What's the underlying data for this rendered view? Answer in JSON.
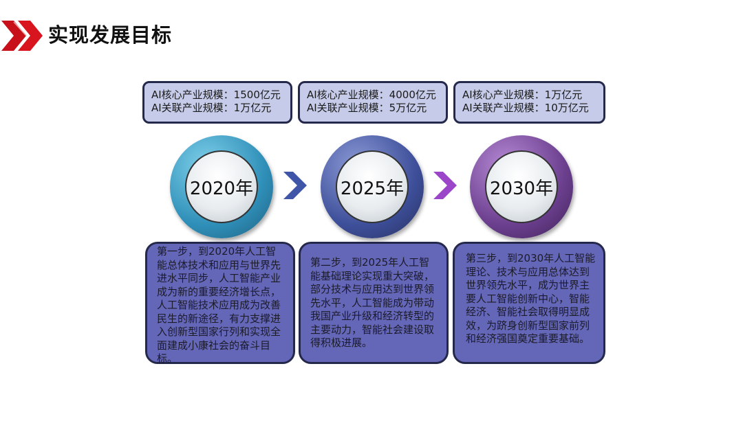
{
  "header": {
    "title": "实现发展目标",
    "logo_icon": "double-chevron-right-icon",
    "logo_color": "#d0121b"
  },
  "stages": [
    {
      "year": "2020年",
      "core": "AI核心产业规模：1500亿元",
      "related": "AI关联产业规模：1万亿元",
      "ring_color": "#3a9bc4",
      "description": "第一步，到2020年人工智能总体技术和应用与世界先进水平同步，人工智能产业成为新的重要经济增长点，人工智能技术应用成为改善民生的新途径，有力支撑进入创新型国家行列和实现全面建成小康社会的奋斗目标。"
    },
    {
      "year": "2025年",
      "core": "AI核心产业规模：4000亿元",
      "related": "AI关联产业规模：5万亿元",
      "ring_color": "#3e4f9a",
      "description": "第二步，到2025年人工智能基础理论实现重大突破，部分技术与应用达到世界领先水平，人工智能成为带动我国产业升级和经济转型的主要动力，智能社会建设取得积极进展。"
    },
    {
      "year": "2030年",
      "core": "AI核心产业规模：1万亿元",
      "related": "AI关联产业规模：10万亿元",
      "ring_color": "#6b3f8e",
      "description": "第三步，到2030年人工智能理论、技术与应用总体达到世界领先水平，成为世界主要人工智能创新中心，智能经济、智能社会取得明显成效，为跻身创新型国家前列和经济强国奠定重要基础。"
    }
  ],
  "arrows": [
    {
      "icon": "chevron-right-icon",
      "color": "#3f56a8"
    },
    {
      "icon": "chevron-right-icon",
      "color": "#9b45c9"
    }
  ]
}
